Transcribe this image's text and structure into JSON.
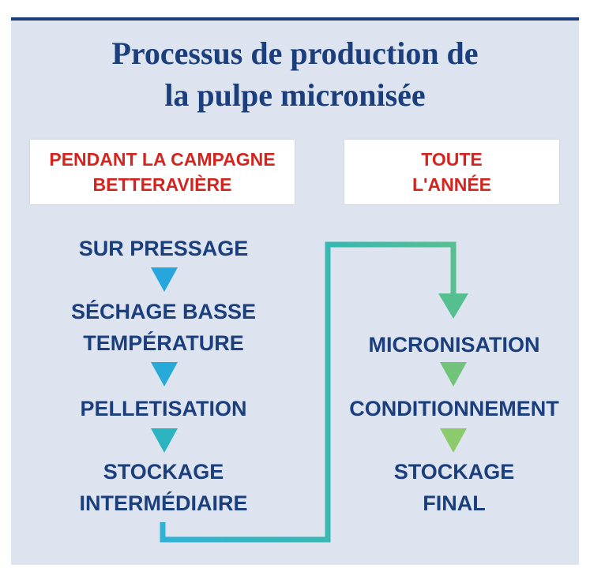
{
  "title": {
    "line1": "Processus de production de",
    "line2": "la pulpe micronisée"
  },
  "left": {
    "header_line1": "PENDANT LA CAMPAGNE",
    "header_line2": "BETTERAVIÈRE",
    "steps": [
      [
        "SUR PRESSAGE"
      ],
      [
        "SÉCHAGE BASSE",
        "TEMPÉRATURE"
      ],
      [
        "PELLETISATION"
      ],
      [
        "STOCKAGE",
        "INTERMÉDIAIRE"
      ]
    ]
  },
  "right": {
    "header_line1": "TOUTE",
    "header_line2": "L'ANNÉE",
    "steps": [
      [
        "MICRONISATION"
      ],
      [
        "CONDITIONNEMENT"
      ],
      [
        "STOCKAGE",
        "FINAL"
      ]
    ]
  },
  "colors": {
    "title": "#1b3e7c",
    "header_text": "#d4241f",
    "panel": "#dde4f0",
    "arrow_blue": "#26a6dc",
    "arrow_teal": "#2bb3c0",
    "arrow_green": "#7cc576"
  }
}
